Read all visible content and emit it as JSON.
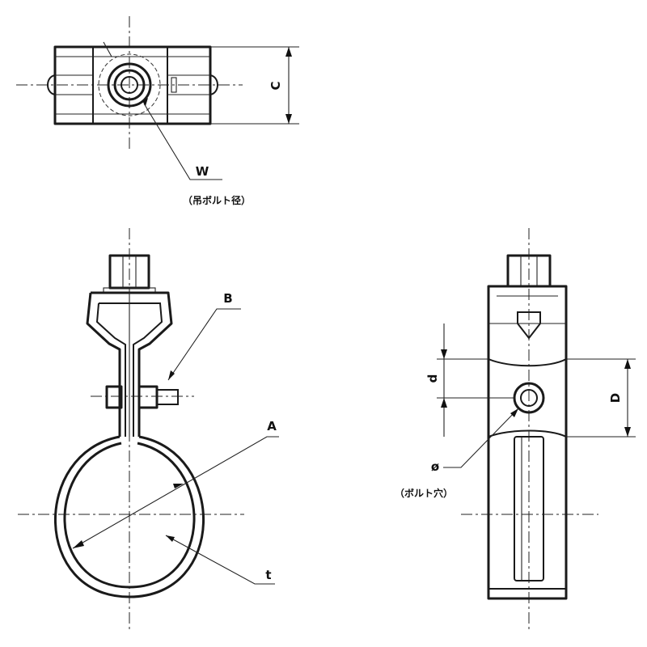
{
  "labels": {
    "C": "C",
    "W": "W",
    "W_note": "（吊ボルト径）",
    "B": "B",
    "A": "A",
    "t": "t",
    "d": "d",
    "D": "D",
    "phi": "ø",
    "phi_note": "（ボルト穴）"
  }
}
